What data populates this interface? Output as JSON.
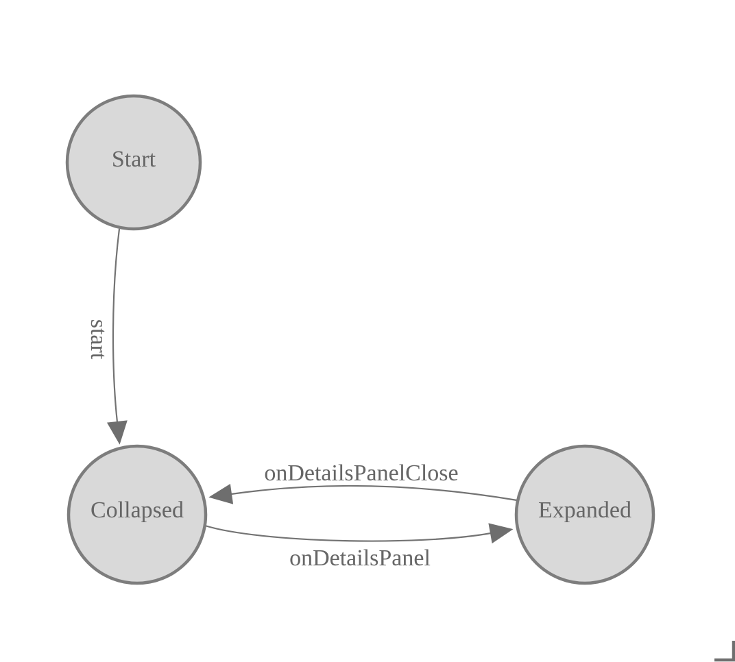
{
  "diagram": {
    "type": "state-machine",
    "nodes": [
      {
        "id": "start",
        "label": "Start"
      },
      {
        "id": "collapsed",
        "label": "Collapsed"
      },
      {
        "id": "expanded",
        "label": "Expanded"
      }
    ],
    "edges": [
      {
        "from": "Start",
        "to": "Collapsed",
        "label": "start",
        "label_orientation": "vertical"
      },
      {
        "from": "Expanded",
        "to": "Collapsed",
        "label": "onDetailsPanelClose",
        "label_orientation": "horizontal"
      },
      {
        "from": "Collapsed",
        "to": "Expanded",
        "label": "onDetailsPanel",
        "label_orientation": "horizontal"
      }
    ],
    "colors": {
      "background": "#ffffff",
      "node_fill": "#d9d9d9",
      "node_stroke": "#7d7d7d",
      "edge_stroke": "#737373",
      "arrow_fill": "#6e6e6e",
      "label_text": "#666666",
      "corner_mark": "#6f6f6f"
    }
  }
}
